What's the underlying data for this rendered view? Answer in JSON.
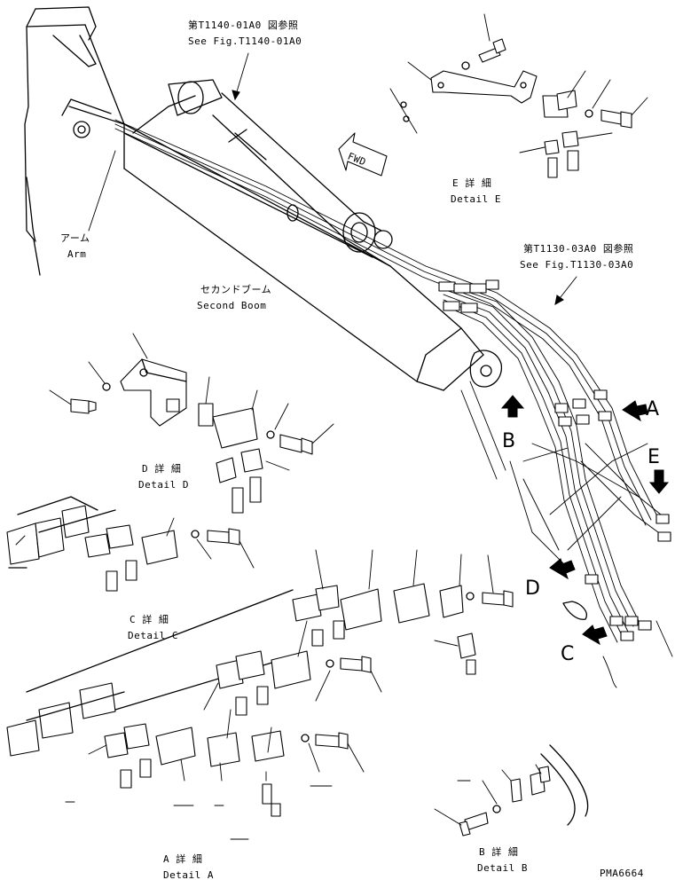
{
  "labels": {
    "ref_arm_jp": "第T1140-01A0 図参照",
    "ref_arm_en": "See Fig.T1140-01A0",
    "ref_boom_jp": "第T1130-03A0 図参照",
    "ref_boom_en": "See Fig.T1130-03A0",
    "arm_jp": "アーム",
    "arm_en": "Arm",
    "second_boom_jp": "セカンドブーム",
    "second_boom_en": "Second Boom",
    "fwd": "FWD",
    "detail_e_jp": "E 詳 細",
    "detail_e_en": "Detail E",
    "detail_d_jp": "D 詳 細",
    "detail_d_en": "Detail D",
    "detail_c_jp": "C 詳 細",
    "detail_c_en": "Detail C",
    "detail_a_jp": "A 詳 細",
    "detail_a_en": "Detail A",
    "detail_b_jp": "B 詳 細",
    "detail_b_en": "Detail B",
    "callout_a": "A",
    "callout_b": "B",
    "callout_c": "C",
    "callout_d": "D",
    "callout_e": "E",
    "drawing_code": "PMA6664"
  }
}
